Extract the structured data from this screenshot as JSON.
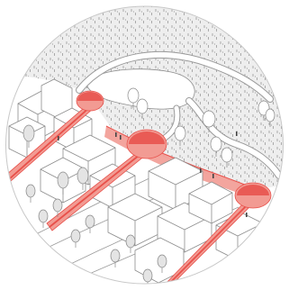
{
  "diagram": {
    "title": "",
    "labels": []
  },
  "colors": {
    "accent": "#e8504a",
    "accent_fill": "#f29b93",
    "accent_fill_light": "#f6c2bc",
    "forest_base": "#eeeeee",
    "forest_stipple": "#8d8d8d",
    "lake": "#ffffff",
    "path": "#ffffff",
    "path_edge": "#9a9a9a",
    "building_stroke": "#8c8c8c",
    "building_fill": "#ffffff",
    "tree_fill": "#e4e4e4",
    "tree_stroke": "#888888",
    "circle_border": "#c8c8c8"
  },
  "elements": {
    "corridors": [
      "corridor-north",
      "corridor-central",
      "corridor-south"
    ],
    "portals": [
      "portal-north",
      "portal-central",
      "portal-south"
    ],
    "edge_band": "forest-edge-band",
    "trees_street": 12,
    "trees_forest": 8
  }
}
